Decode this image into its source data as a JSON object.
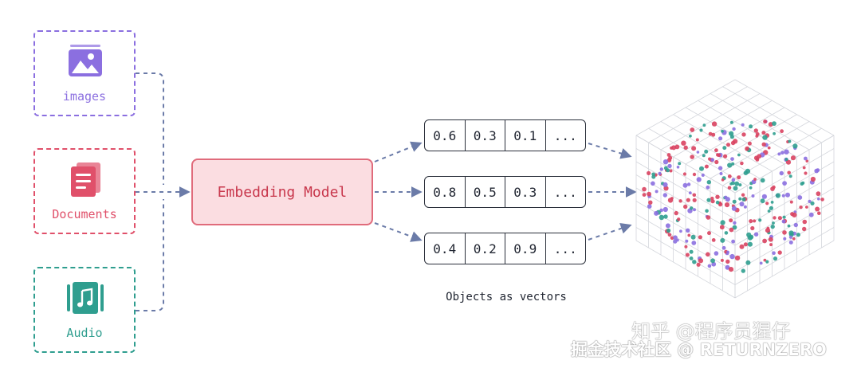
{
  "inputs": [
    {
      "label": "images",
      "icon": "image-icon",
      "color": "#8b6fe0"
    },
    {
      "label": "Documents",
      "icon": "document-icon",
      "color": "#e0506a"
    },
    {
      "label": "Audio",
      "icon": "music-note-icon",
      "color": "#2f9e8f"
    }
  ],
  "model": {
    "label": "Embedding Model"
  },
  "vectors": [
    {
      "values": [
        "0.6",
        "0.3",
        "0.1",
        "..."
      ]
    },
    {
      "values": [
        "0.8",
        "0.5",
        "0.3",
        "..."
      ]
    },
    {
      "values": [
        "0.4",
        "0.2",
        "0.9",
        "..."
      ]
    }
  ],
  "caption": "Objects as vectors",
  "watermark": {
    "line1": "知乎 @程序员猩仔",
    "line2": "掘金技术社区 @ RETURNZERO"
  },
  "colors": {
    "arrow": "#6b7ba8",
    "point_purple": "#8b6fe0",
    "point_red": "#d94360",
    "point_teal": "#2f9e8f"
  }
}
